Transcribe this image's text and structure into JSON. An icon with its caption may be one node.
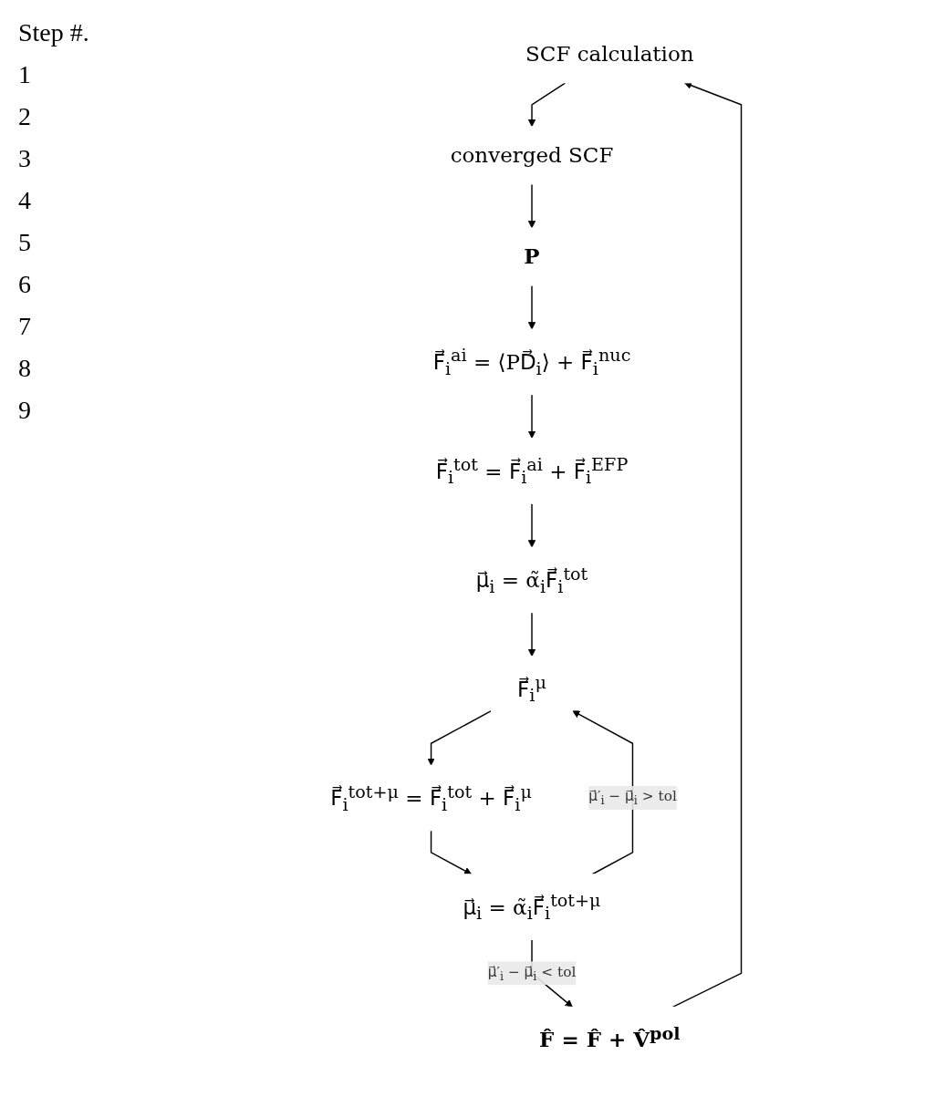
{
  "diagram": {
    "nodes": [
      {
        "text": [
          "SCF calculation"
        ]
      },
      {
        "text": [
          "converged SCF"
        ]
      },
      {
        "text": [
          "P"
        ]
      },
      {
        "text": [
          "F⃗$_{i}$$^{ai}$ = ⟨PD⃗$_{i}$⟩ + F⃗$_{i}$$^{nuc}$"
        ]
      },
      {
        "text": [
          "F⃗$_{i}$$^{tot}$ = F⃗$_{i}$$^{ai}$ + F⃗$_{i}$$^{EFP}$"
        ]
      },
      {
        "text": [
          "μ⃗$_{i}$ = α̃$_{i}$F⃗$_{i}$$^{tot}$"
        ]
      },
      {
        "text": [
          "F⃗$_{i}$$^{μ}$"
        ]
      },
      {
        "text": [
          "F⃗$_{i}$$^{tot+μ}$ = F⃗$_{i}$$^{tot}$ + F⃗$_{i}$$^{μ}$"
        ]
      },
      {
        "text": [
          "μ⃗$_{i}$ = α̃$_{i}$F⃗$_{i}$$^{tot+μ}$"
        ]
      },
      {
        "text": [
          "F̂ = F̂ + V̂$^{pol}$"
        ]
      }
    ],
    "edges": [
      {
        "from": 0,
        "to": 1,
        "arrow": "to"
      },
      {
        "from": 1,
        "to": 2,
        "arrow": "to"
      },
      {
        "from": 2,
        "to": 3,
        "arrow": "to"
      },
      {
        "from": 3,
        "to": 4,
        "arrow": "to"
      },
      {
        "from": 4,
        "to": 5,
        "arrow": "to"
      },
      {
        "from": 5,
        "to": 6,
        "arrow": "to"
      },
      {
        "from": 6,
        "to": 7,
        "arrow": "to"
      },
      {
        "from": 7,
        "to": 8,
        "arrow": "to"
      },
      {
        "from": 8,
        "to": 6,
        "arrow": "to",
        "label": "μ⃗′$_{i}$ − μ⃗$_{i}$ > tol"
      },
      {
        "from": 8,
        "to": 9,
        "arrow": "to",
        "label": "μ⃗′$_{i}$ − μ⃗$_{i}$ < tol"
      },
      {
        "from": 9,
        "to": 0,
        "arrow": "to"
      }
    ],
    "labels": [
      "Step #.",
      "1",
      "2",
      "3",
      "4",
      "5",
      "6",
      "7",
      "8",
      "9"
    ]
  }
}
